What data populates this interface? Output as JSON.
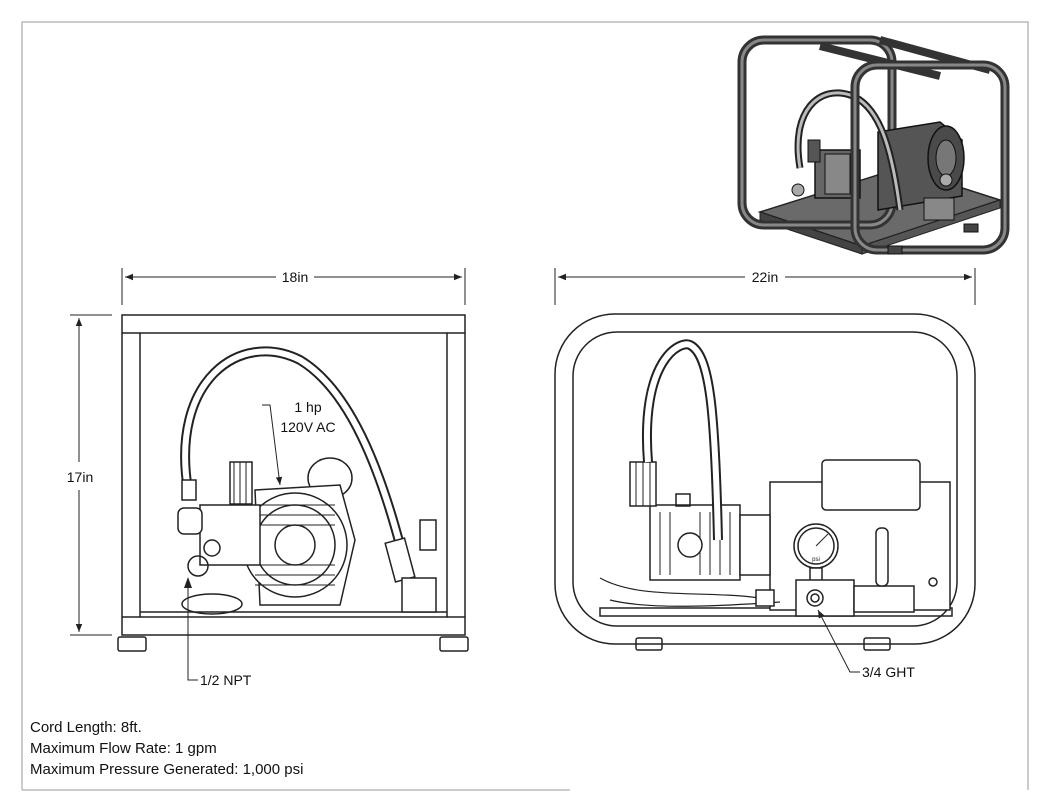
{
  "dimensions": {
    "front_width": "18in",
    "height": "17in",
    "side_width": "22in"
  },
  "callouts": {
    "motor_hp": "1 hp",
    "motor_voltage": "120V AC",
    "inlet_fitting": "1/2 NPT",
    "outlet_fitting": "3/4 GHT"
  },
  "gauge": {
    "unit": "psi"
  },
  "specs": {
    "cord_length": "Cord Length: 8ft.",
    "max_flow": "Maximum Flow Rate: 1 gpm",
    "max_pressure": "Maximum Pressure Generated: 1,000 psi"
  }
}
